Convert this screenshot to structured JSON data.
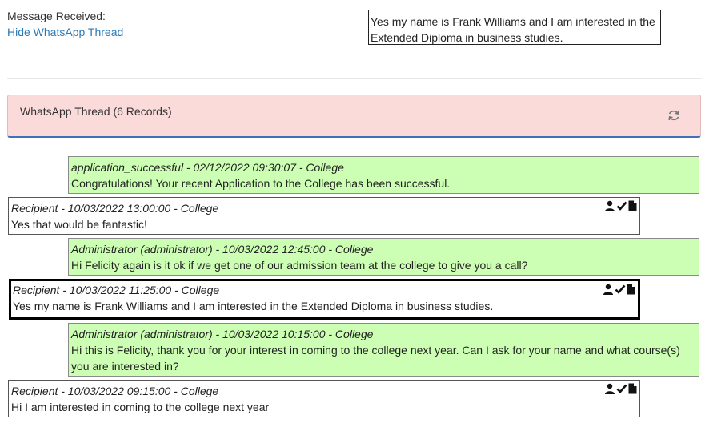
{
  "header": {
    "message_received_label": "Message Received:",
    "hide_thread_link": "Hide WhatsApp Thread",
    "message_text": "Yes my name is Frank Williams and I am interested in the Extended Diploma in business studies."
  },
  "panel": {
    "title": "WhatsApp Thread (6 Records)",
    "refresh_icon": "refresh-icon"
  },
  "thread": [
    {
      "direction": "outbound",
      "meta": "application_successful - 02/12/2022 09:30:07 - College",
      "text": "Congratulations! Your recent Application to the College has been successful."
    },
    {
      "direction": "inbound",
      "meta": "Recipient - 10/03/2022 13:00:00 - College",
      "text": "Yes that would be fantastic!"
    },
    {
      "direction": "outbound",
      "meta": "Administrator (administrator) - 10/03/2022 12:45:00 - College",
      "text": "Hi Felicity again is it ok if we get one of our admission team at the college to give you a call?"
    },
    {
      "direction": "inbound",
      "selected": true,
      "meta": "Recipient - 10/03/2022 11:25:00 - College",
      "text": "Yes my name is Frank Williams and I am interested in the Extended Diploma in business studies."
    },
    {
      "direction": "outbound",
      "meta": "Administrator (administrator) - 10/03/2022 10:15:00 - College",
      "text": "Hi this is Felicity, thank you for your interest in coming to the college next year. Can I ask for your name and what course(s) you are interested in?"
    },
    {
      "direction": "inbound",
      "meta": "Recipient - 10/03/2022 09:15:00 - College",
      "text": "Hi I am interested in coming to the college next year"
    }
  ],
  "colors": {
    "outbound_bg": "#ccffb3",
    "panel_bg": "#fbdada",
    "link": "#2a7ab8",
    "panel_accent": "#3f72b8"
  },
  "inbound_icons": [
    "user-icon",
    "check-icon",
    "file-icon"
  ]
}
